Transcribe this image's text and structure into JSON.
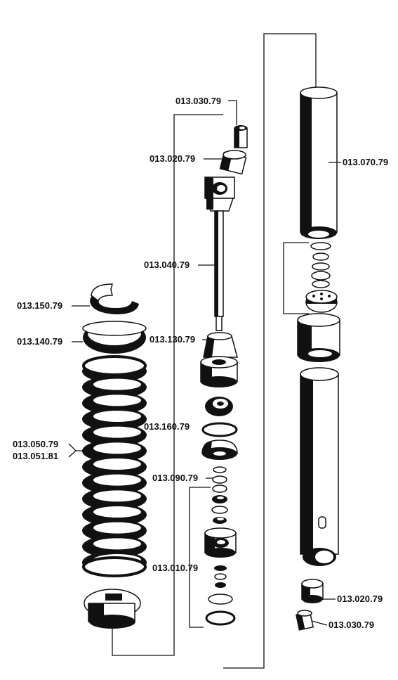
{
  "labels": {
    "upper_cap": "013.030.79",
    "upper_nut": "013.020.79",
    "piston_rod": "013.040.79",
    "stop_cone": "013.130.79",
    "o_ring": "013.160.79",
    "valve_washer": "013.090.79",
    "valve_assembly": "013.010.79",
    "spring_retainer": "013.150.79",
    "spring_seat": "013.140.79",
    "spring_a": "013.050.79",
    "spring_b": "013.051.81",
    "outer_tube": "013.070.79",
    "lower_nut": "013.020.79",
    "lower_cap": "013.030.79"
  }
}
